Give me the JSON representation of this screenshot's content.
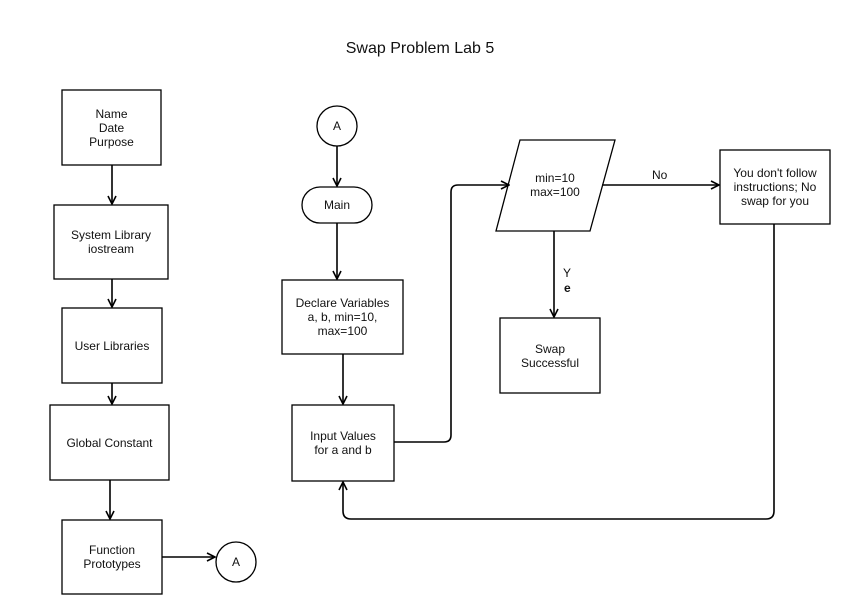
{
  "title": "Swap Problem Lab 5",
  "nodes": {
    "header": [
      "Name",
      "Date",
      "Purpose"
    ],
    "system_library": [
      "System Library",
      "iostream"
    ],
    "user_libraries": [
      "User Libraries"
    ],
    "global_constant": [
      "Global Constant"
    ],
    "function_prototypes": [
      "Function",
      "Prototypes"
    ],
    "connector_out": "A",
    "connector_in": "A",
    "main": "Main",
    "declare": [
      "Declare Variables",
      "a, b, min=10,",
      "max=100"
    ],
    "input": [
      "Input Values",
      "for a and b"
    ],
    "decision": [
      "min=10",
      "max=100"
    ],
    "success": [
      "Swap",
      "Successful"
    ],
    "failure": [
      "You don't follow",
      "instructions; No",
      "swap for you"
    ]
  },
  "edge_labels": {
    "no": "No",
    "yes_1": "Y",
    "yes_2": "e"
  }
}
